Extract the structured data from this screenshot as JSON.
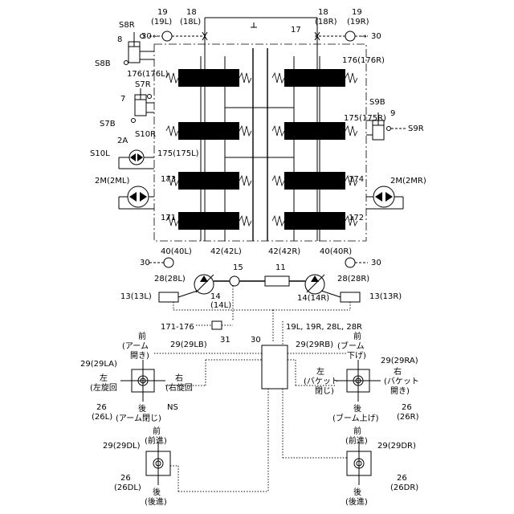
{
  "labels": {
    "n19_top_l": "19",
    "n19l": "(19L)",
    "n18_top_l": "18",
    "n18l": "(18L)",
    "n18_top_r": "18",
    "n18r": "(18R)",
    "n19_top_r": "19",
    "n19r": "(19R)",
    "s8r": "S8R",
    "n8": "8",
    "n30_tl": "30",
    "n30_tr": "30",
    "n17": "17",
    "s8b": "S8B",
    "v176l": "176(176L)",
    "v176r": "176(176R)",
    "s7r": "S7R",
    "n7": "7",
    "s9b": "S9B",
    "n9": "9",
    "s7b": "S7B",
    "s9r": "S9R",
    "s10r": "S10R",
    "n2a": "2A",
    "v175r": "175(175R)",
    "s10l": "S10L",
    "v175l": "175(175L)",
    "v173": "173",
    "v174": "174",
    "m2l": "2M(2ML)",
    "m2r": "2M(2MR)",
    "v171": "171",
    "v172": "172",
    "p40l": "40(40L)",
    "p42l": "42(42L)",
    "p42r": "42(42R)",
    "p40r": "40(40R)",
    "n30_ml": "30",
    "n30_mr": "30",
    "n15": "15",
    "n11": "11",
    "p28l": "28(28L)",
    "p28r": "28(28R)",
    "n14_a": "14",
    "n14l": "(14L)",
    "n14r": "14(14R)",
    "n13l": "13(13L)",
    "n13r": "13(13R)",
    "v171_176": "171-176",
    "sig_list": "19L, 19R, 28L, 28R",
    "n31": "31",
    "n30_ctrl": "30",
    "la_front": "前",
    "la_arm_open_1": "(アーム",
    "la_arm_open_2": "開き)",
    "n29la": "29(29LA)",
    "n29lb": "29(29LB)",
    "la_left": "左",
    "la_left_turn": "(左旋回",
    "la_right": "右",
    "la_right_turn": "(右旋回",
    "n26_l": "26",
    "n26l": "(26L)",
    "la_back": "後",
    "la_arm_close": "(アーム閉じ)",
    "ns": "NS",
    "ra_front": "前",
    "ra_boom_down_1": "(ブーム",
    "ra_boom_down_2": "下げ)",
    "n29rb": "29(29RB)",
    "n29ra": "29(29RA)",
    "ra_left": "左",
    "ra_bucket_close_1": "(バケット",
    "ra_bucket_close_2": "閉じ)",
    "ra_right": "右",
    "ra_bucket_open_1": "(バケット",
    "ra_bucket_open_2": "開き)",
    "n26_r": "26",
    "n26r": "(26R)",
    "ra_back": "後",
    "ra_boom_up": "(ブーム上げ)",
    "dl_front": "前",
    "dl_forward": "(前進)",
    "n29dl": "29(29DL)",
    "n26_dl": "26",
    "n26dl": "(26DL)",
    "dl_back": "後",
    "dl_backward": "(後進)",
    "dr_front": "前",
    "dr_forward": "(前進)",
    "n29dr": "29(29DR)",
    "n26_dr": "26",
    "n26dr": "(26DR)",
    "dr_back": "後",
    "dr_backward": "(後進)"
  },
  "icons": {
    "valve": "directional-control-valve-icon",
    "motor": "hydraulic-motor-icon",
    "pump": "variable-pump-icon",
    "cylinder": "hydraulic-cylinder-icon",
    "sensor": "pressure-sensor-icon",
    "lever": "operation-lever-icon"
  },
  "colors": {
    "line": "#000000",
    "background": "#ffffff"
  }
}
